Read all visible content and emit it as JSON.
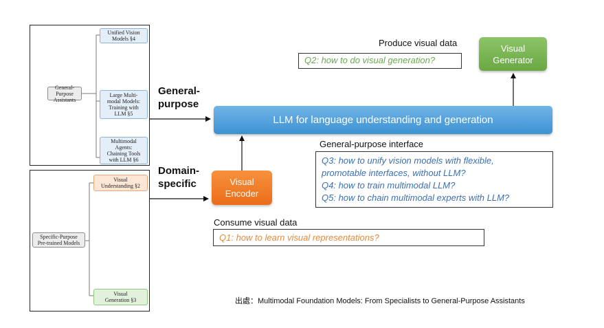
{
  "general_panel": {
    "root": "General-Purpose\nAssistants",
    "children": [
      "Unified Vision\nModels §4",
      "Large Multi-\nmodal Models:\nTraining with\nLLM §5",
      "Multimodal\nAgents:\nChaining Tools\nwith LLM §6"
    ]
  },
  "specific_panel": {
    "root": "Specific-Purpose\nPre-trained Models",
    "children": [
      "Visual\nUnderstanding §2",
      "Visual\nGeneration §3"
    ]
  },
  "labels": {
    "general": "General-\npurpose",
    "domain": "Domain-\nspecific"
  },
  "llm_bar": "LLM for language understanding and generation",
  "visual_encoder": "Visual\nEncoder",
  "visual_generator": "Visual\nGenerator",
  "produce_label": "Produce visual data",
  "q2": "Q2: how to do visual generation?",
  "interface_label": "General-purpose interface",
  "interface_questions": [
    "Q3: how to unify vision models with flexible,",
    "promotable interfaces, without LLM?",
    "Q4: how to train multimodal LLM?",
    "Q5: how to chain multimodal experts with LLM?"
  ],
  "consume_label": "Consume visual data",
  "q1": "Q1: how to learn visual representations?",
  "caption": "出處：Multimodal Foundation Models: From Specialists to General-Purpose Assistants",
  "colors": {
    "llm_blue": "#4a9fdc",
    "encoder_orange": "#f07a24",
    "generator_green": "#78b450",
    "question_blue": "#3a6fb5",
    "question_orange": "#e58a3c",
    "question_green": "#6aa84f"
  }
}
